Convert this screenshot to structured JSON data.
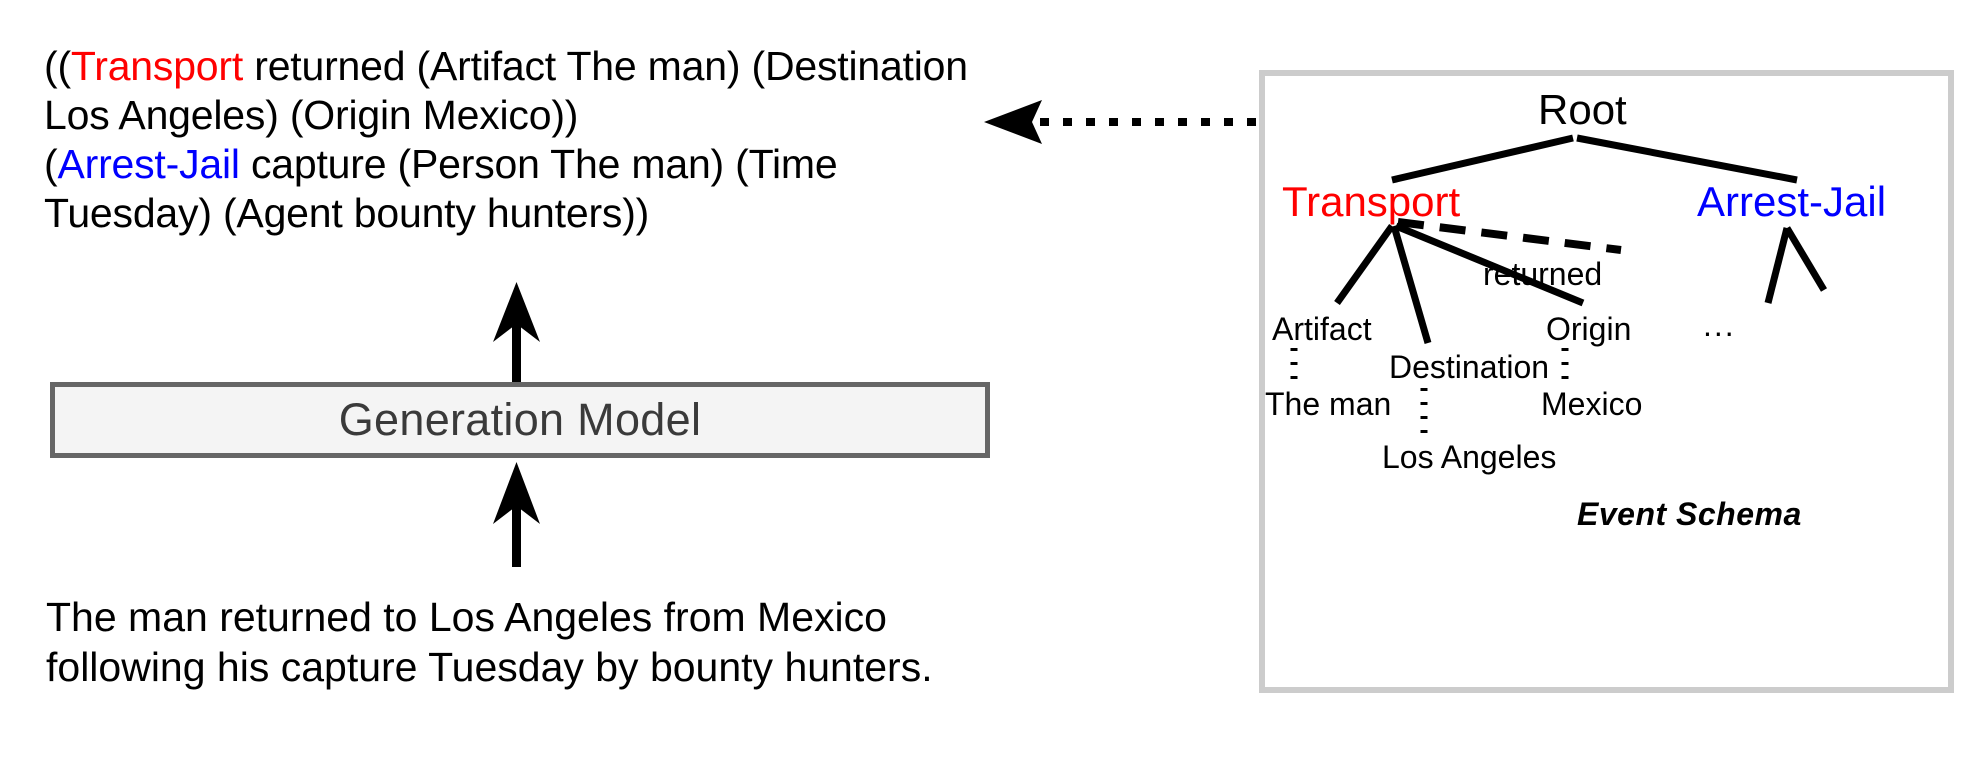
{
  "linearized_output": {
    "line_prefix": "((",
    "event1_type": "Transport",
    "event1_rest": " returned (Artifact The man) (Destination Los Angeles) (Origin Mexico))",
    "event2_open": "(",
    "event2_type": "Arrest-Jail",
    "event2_rest": " capture (Person The man) (Time Tuesday) (Agent bounty hunters))"
  },
  "generation_model": {
    "label": "Generation Model"
  },
  "input": {
    "sentence": "The man returned to Los Angeles from Mexico following his capture Tuesday by bounty hunters."
  },
  "arrows": {
    "input_to_model": "up-arrow",
    "model_to_output": "up-arrow",
    "schema_to_output": "dotted-left-arrow"
  },
  "event_schema": {
    "caption": "Event Schema",
    "nodes": {
      "root": "Root",
      "transport": "Transport",
      "arrest_jail": "Arrest-Jail",
      "returned": "returned",
      "artifact": "Artifact",
      "destination": "Destination",
      "origin": "Origin",
      "ellipsis": "...",
      "the_man": "The man",
      "mexico": "Mexico",
      "los_angeles": "Los Angeles"
    }
  },
  "colors": {
    "transport": "#ff0000",
    "arrest_jail": "#0000ff",
    "box_border": "#666666",
    "box_fill": "#f4f4f4",
    "panel_border": "#cccccc",
    "text": "#000000"
  }
}
